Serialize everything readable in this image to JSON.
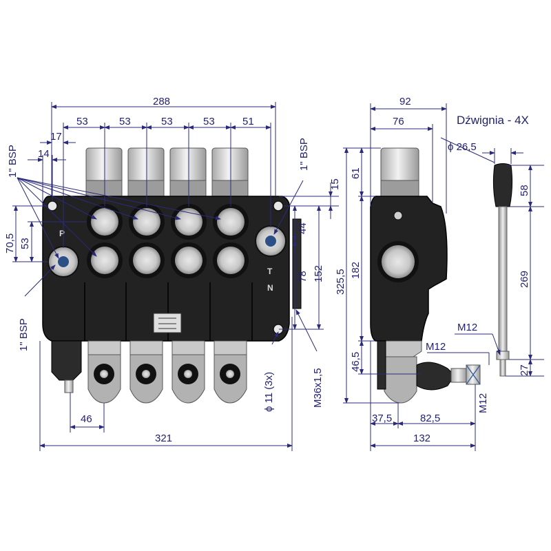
{
  "title": "Dźwignia - 4X",
  "front": {
    "top_dims": [
      "288",
      "53",
      "53",
      "53",
      "53",
      "51"
    ],
    "left_dims": [
      "17",
      "14",
      "70,5",
      "53"
    ],
    "bsp_top_left": "1\" BSP",
    "bsp_bottom_left": "1\" BSP",
    "bsp_top_right": "1\" BSP",
    "right_dims": [
      "15",
      "44",
      "78",
      "152"
    ],
    "bottom_dims": [
      "46",
      "321"
    ],
    "hole_label": "ϕ 11 (3x)",
    "thread_label": "M36x1,5",
    "ports": [
      "P",
      "T",
      "N"
    ]
  },
  "side": {
    "top_dims": [
      "92",
      "76"
    ],
    "left_dims": [
      "61",
      "325,5",
      "182",
      "46,5"
    ],
    "bottom_dims": [
      "37,5",
      "82,5",
      "132"
    ],
    "m12_labels": [
      "M12",
      "M12"
    ]
  },
  "lever": {
    "diameter": "ϕ 26,5",
    "dims": [
      "58",
      "269",
      "27"
    ],
    "thread": "M12"
  },
  "colors": {
    "dimension": "#1f1f6e",
    "body": "#222222",
    "metal": "#cfcfcf"
  }
}
